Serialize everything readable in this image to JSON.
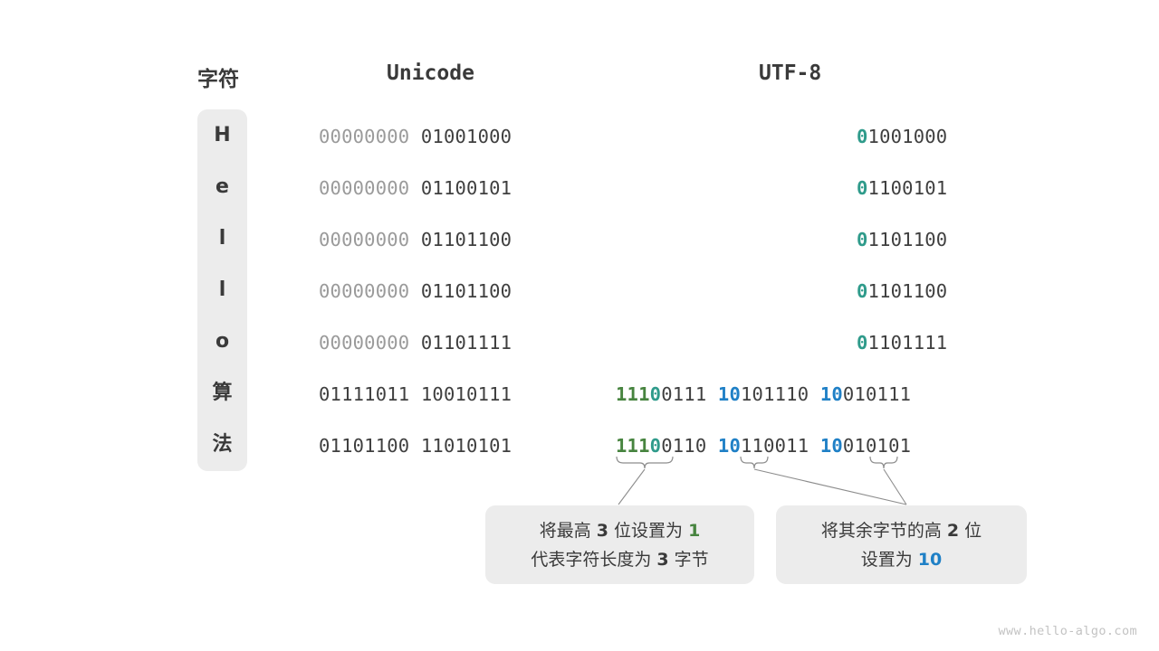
{
  "figure": {
    "watermark": "www.hello-algo.com"
  },
  "headers": {
    "character": "字符",
    "unicode": "Unicode",
    "utf8": "UTF-8"
  },
  "rows": [
    {
      "char": "H",
      "unicode": "00000000 01001000",
      "unicode_high": "00000000",
      "unicode_low": "01001000",
      "utf8": "01001000",
      "utf8_marker": "0",
      "utf8_rest": "1001000",
      "bytes": 1
    },
    {
      "char": "e",
      "unicode": "00000000 01100101",
      "unicode_high": "00000000",
      "unicode_low": "01100101",
      "utf8": "01100101",
      "utf8_marker": "0",
      "utf8_rest": "1100101",
      "bytes": 1
    },
    {
      "char": "l",
      "unicode": "00000000 01101100",
      "unicode_high": "00000000",
      "unicode_low": "01101100",
      "utf8": "01101100",
      "utf8_marker": "0",
      "utf8_rest": "1101100",
      "bytes": 1
    },
    {
      "char": "l",
      "unicode": "00000000 01101100",
      "unicode_high": "00000000",
      "unicode_low": "01101100",
      "utf8": "01101100",
      "utf8_marker": "0",
      "utf8_rest": "1101100",
      "bytes": 1
    },
    {
      "char": "o",
      "unicode": "00000000 01101111",
      "unicode_high": "00000000",
      "unicode_low": "01101111",
      "utf8": "01101111",
      "utf8_marker": "0",
      "utf8_rest": "1101111",
      "bytes": 1
    },
    {
      "char": "算",
      "unicode": "01111011 10010111",
      "unicode_high": "01111011",
      "unicode_low": "10010111",
      "utf8": "11100111 10101110 10010111",
      "b1_ones": "111",
      "b1_zero": "0",
      "b1_rest": "0111",
      "b2_marker": "10",
      "b2_rest": "101110",
      "b3_marker": "10",
      "b3_rest": "010111",
      "bytes": 3
    },
    {
      "char": "法",
      "unicode": "01101100 11010101",
      "unicode_high": "01101100",
      "unicode_low": "11010101",
      "utf8": "11100110 10110011 10010101",
      "b1_ones": "111",
      "b1_zero": "0",
      "b1_rest": "0110",
      "b2_marker": "10",
      "b2_rest": "110011",
      "b3_marker": "10",
      "b3_rest": "010101",
      "bytes": 3
    }
  ],
  "notes": {
    "left": {
      "line1_a": "将最高 ",
      "line1_num": "3",
      "line1_b": " 位设置为 ",
      "line1_val": "1",
      "line2_a": "代表字符长度为 ",
      "line2_num": "3",
      "line2_b": " 字节"
    },
    "right": {
      "line1_a": "将其余字节的高 ",
      "line1_num": "2",
      "line1_b": " 位",
      "line2_a": "设置为 ",
      "line2_val": "10"
    }
  },
  "colors": {
    "green": "#47843f",
    "teal": "#2f9b8b",
    "blue": "#1f80c6",
    "text": "#3f3f3f",
    "dim": "#9a9a9a",
    "panel": "#ececec",
    "connector": "#8d8d8d",
    "watermark": "#c3c3c3"
  }
}
